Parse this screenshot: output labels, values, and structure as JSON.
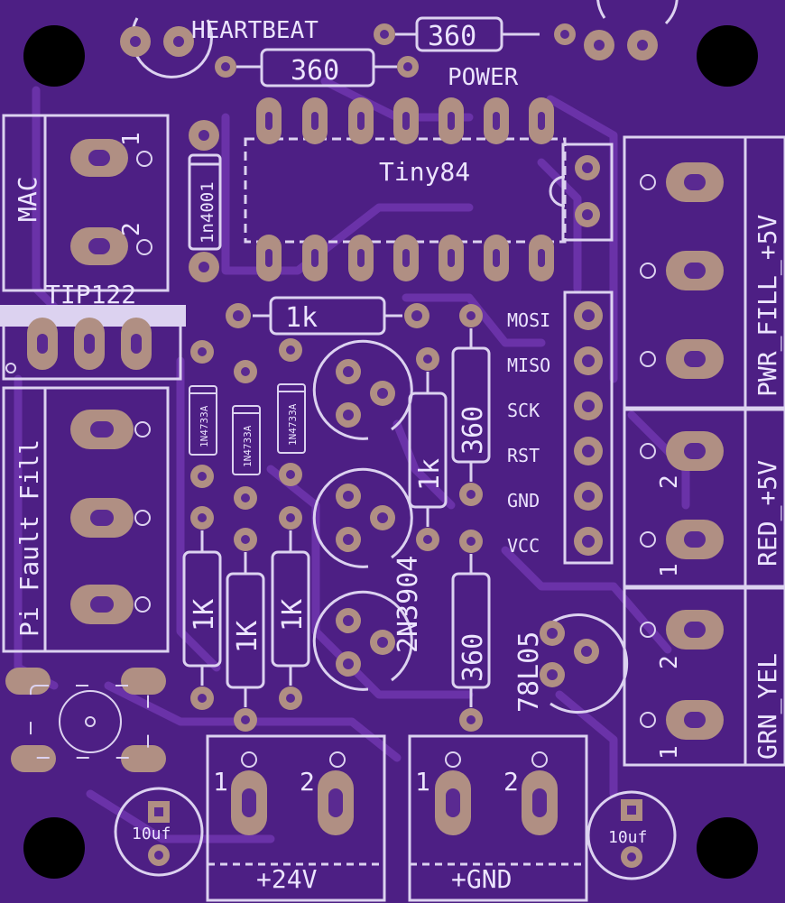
{
  "colors": {
    "board": "#4d1f84",
    "copper_pad": "#b08f83",
    "silkscreen": "#dcd2f0",
    "trace": "#6a32a8",
    "mount_hole": "#000000"
  },
  "labels": {
    "heartbeat": "HEARTBEAT",
    "power": "POWER",
    "r_heartbeat": "360",
    "r_power": "360",
    "mcu": "Tiny84",
    "diode": "1n4001",
    "mac": "MAC",
    "mac_pin1": "1",
    "mac_pin2": "2",
    "tip": "TIP122",
    "r_1k_top": "1k",
    "zener1": "1N4733A",
    "zener2": "1N4733A",
    "zener3": "1N4733A",
    "r_1K_a": "1K",
    "r_1K_b": "1K",
    "r_1K_c": "1K",
    "r_1k_mid": "1k",
    "r_360_mid": "360",
    "r_360_low": "360",
    "transistor": "2N3904",
    "regulator": "78L05",
    "pi_fault": "Pi Fault Fill",
    "isp_mosi": "MOSI",
    "isp_miso": "MISO",
    "isp_sck": "SCK",
    "isp_rst": "RST",
    "isp_gnd": "GND",
    "isp_vcc": "VCC",
    "pwr_fill": "PWR_FILL_+5V",
    "red": "RED_+5V",
    "grn": "GRN_YEL",
    "red_pin2": "2",
    "red_pin1": "1",
    "grn_pin2": "2",
    "grn_pin1": "1",
    "term24_pin1": "1",
    "term24_pin2": "2",
    "termgnd_pin1": "1",
    "termgnd_pin2": "2",
    "v24": "+24V",
    "gnd": "+GND",
    "cap_left": "10uf",
    "cap_right": "10uf"
  }
}
